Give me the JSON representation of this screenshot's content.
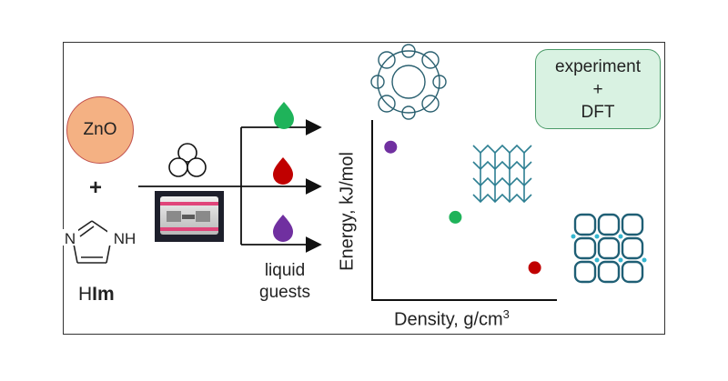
{
  "reactants": {
    "zno": "ZnO",
    "plus": "+",
    "him_prefix": "H",
    "him_bold": "Im",
    "ring_n_left": "N",
    "ring_nh_right": "NH"
  },
  "guests": {
    "label_line1": "liquid",
    "label_line2": "guests",
    "drop_colors": [
      "#1fb35a",
      "#c00000",
      "#7030a0"
    ]
  },
  "method_box": {
    "line1": "experiment",
    "line2": "+",
    "line3": "DFT"
  },
  "plot": {
    "ylabel": "Energy, kJ/mol",
    "xlabel_main": "Density, g/cm",
    "xlabel_sup": "3"
  },
  "chart_data": {
    "type": "scatter",
    "title": "",
    "xlabel": "Density, g/cm3",
    "ylabel": "Energy, kJ/mol",
    "grid": false,
    "series": [
      {
        "color": "#7030a0",
        "x": [
          0.1
        ],
        "y": [
          0.85
        ]
      },
      {
        "color": "#1fb35a",
        "x": [
          0.45
        ],
        "y": [
          0.46
        ]
      },
      {
        "color": "#c00000",
        "x": [
          0.88
        ],
        "y": [
          0.18
        ]
      }
    ],
    "xlim": [
      0,
      1
    ],
    "ylim": [
      0,
      1
    ]
  },
  "icons": {
    "milling_balls": "milling-balls-icon",
    "ball_mill": "ball-mill-icon"
  }
}
